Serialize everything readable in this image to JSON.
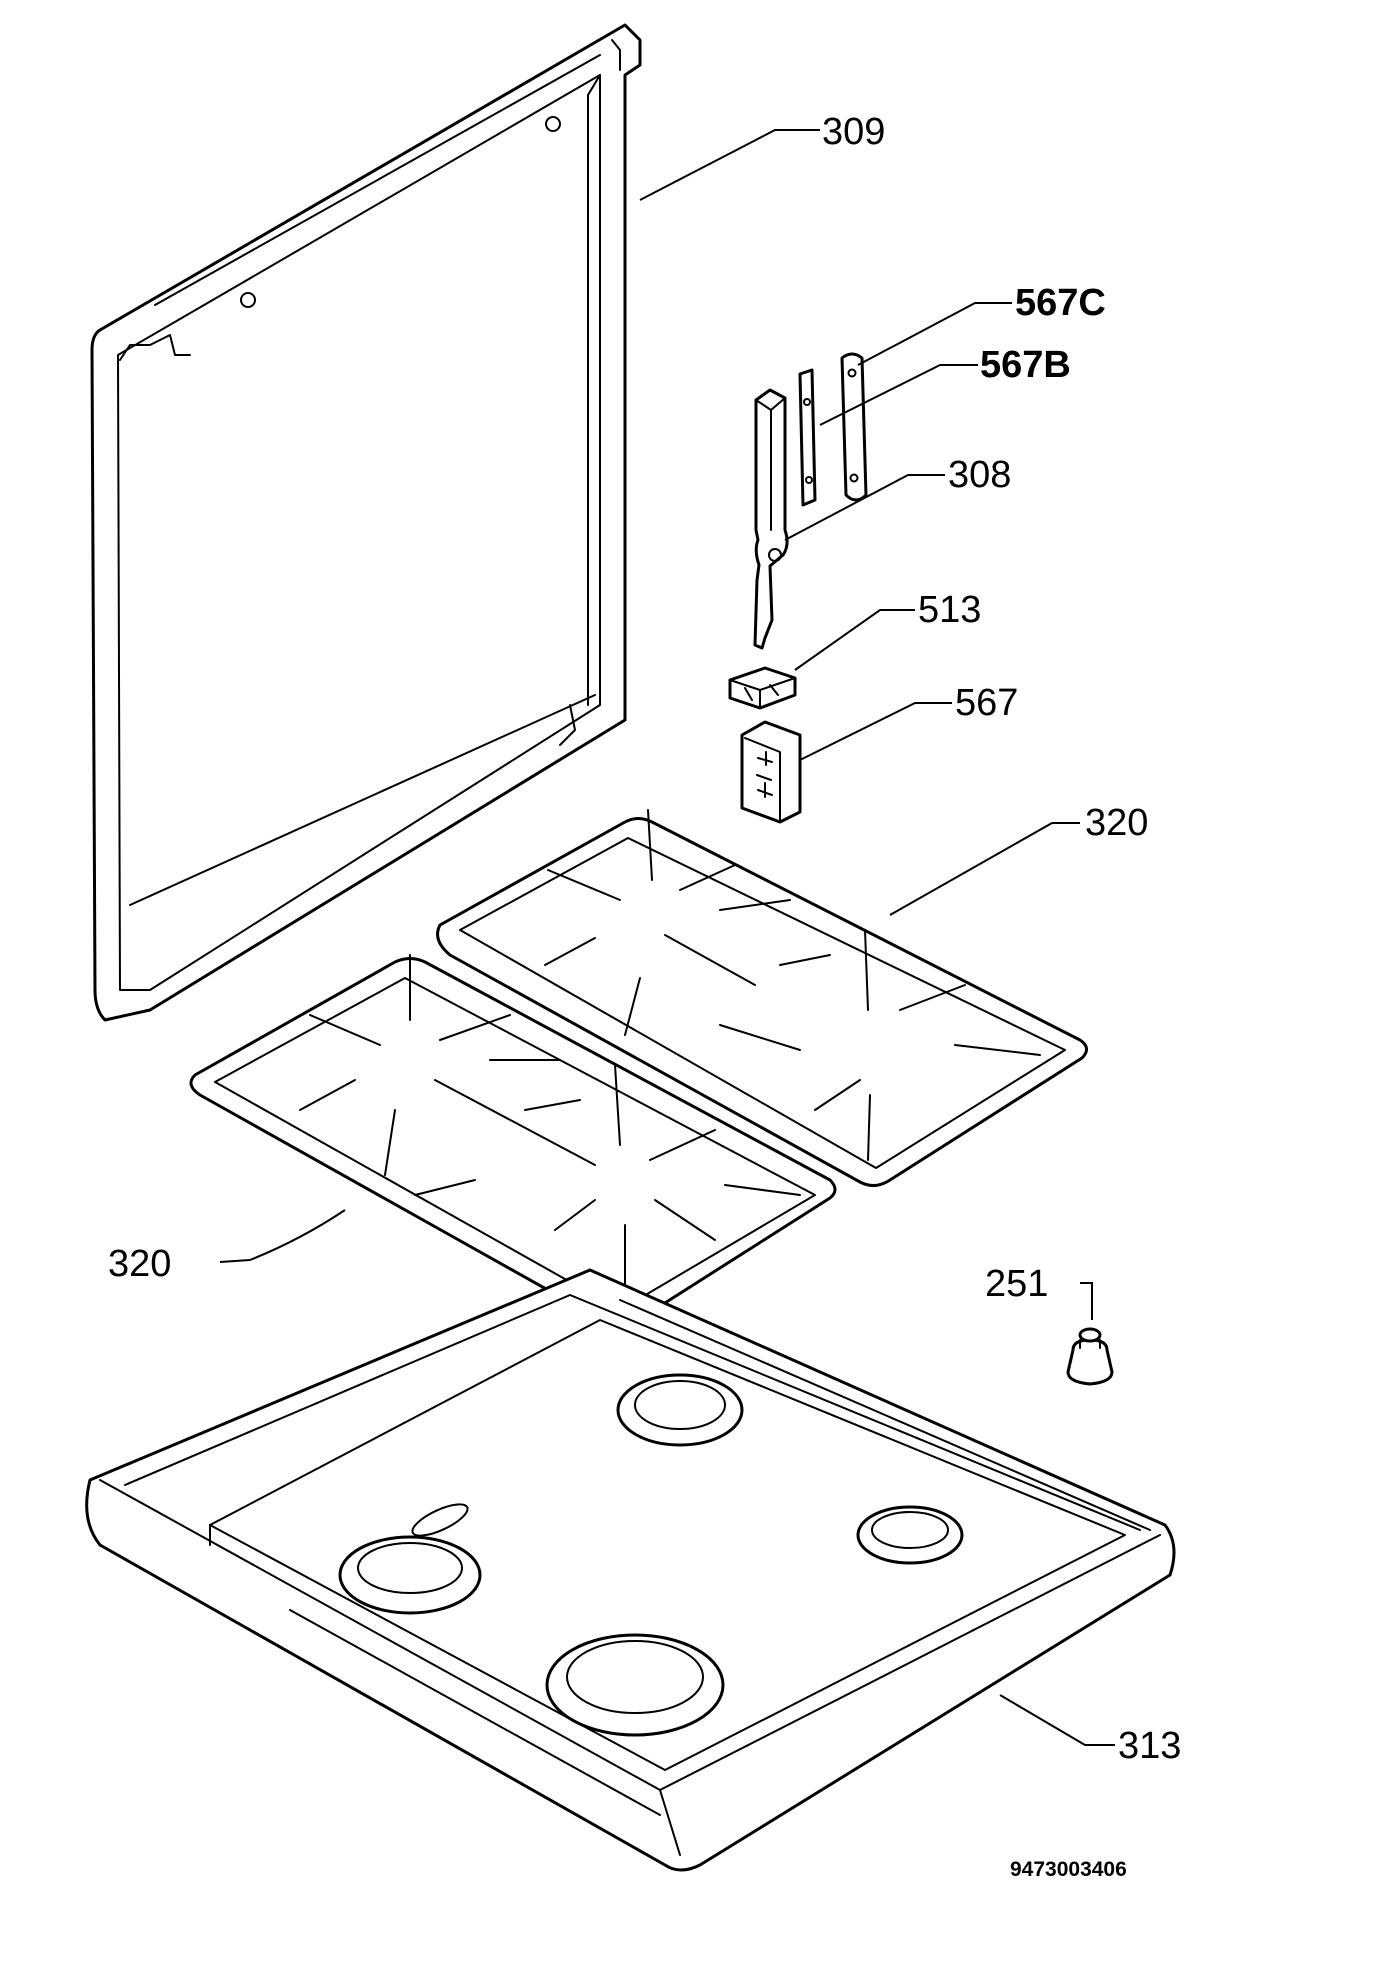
{
  "labels": {
    "lid": "309",
    "bracket_c": "567C",
    "bracket_b": "567B",
    "hinge": "308",
    "clip": "513",
    "plate": "567",
    "grid_right": "320",
    "grid_left": "320",
    "knob": "251",
    "hob": "313"
  },
  "drawing_code": "9473003406"
}
